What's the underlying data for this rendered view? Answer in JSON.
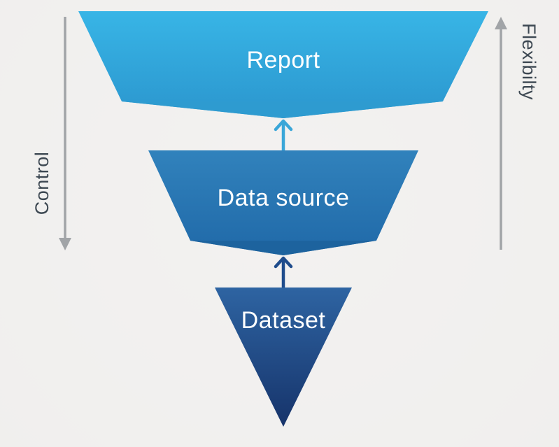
{
  "background_color": "#F1F0EF",
  "funnel": {
    "label_color": "#FFFFFF",
    "levels": [
      {
        "label": "Report",
        "color_top": "#38B5E6",
        "color_bottom": "#2B96CE",
        "flap_color": "#2E9BD0"
      },
      {
        "label": "Data source",
        "color_top": "#3182BC",
        "color_bottom": "#2069A8",
        "flap_color": "#1D639E"
      },
      {
        "label": "Dataset",
        "color_top": "#2E64A2",
        "color_bottom": "#16336A"
      }
    ]
  },
  "connectors": [
    {
      "from": "Data source",
      "to": "Report",
      "direction": "up",
      "color": "#3AA6D8"
    },
    {
      "from": "Dataset",
      "to": "Data source",
      "direction": "up",
      "color": "#1F4C8C"
    }
  ],
  "axes": {
    "left": {
      "label": "Control",
      "direction": "down",
      "arrow_color": "#A1A4A7",
      "label_color": "#3D4852"
    },
    "right": {
      "label": "Flexibilty",
      "direction": "up",
      "arrow_color": "#A1A4A7",
      "label_color": "#3D4852"
    }
  }
}
